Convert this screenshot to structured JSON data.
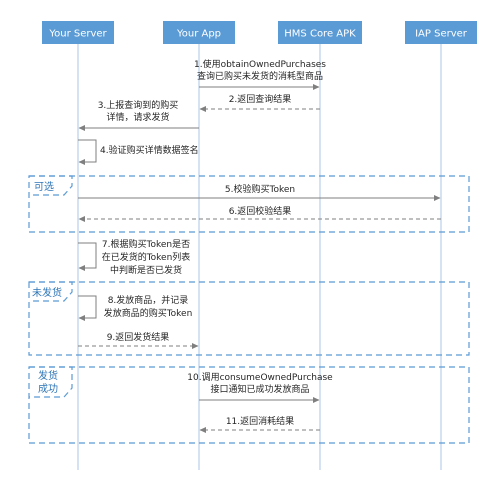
{
  "participants": [
    {
      "id": "server",
      "label": "Your Server"
    },
    {
      "id": "app",
      "label": "Your App"
    },
    {
      "id": "hms",
      "label": "HMS Core APK"
    },
    {
      "id": "iap",
      "label": "IAP Server"
    }
  ],
  "fragments": [
    {
      "label_lines": [
        "可选"
      ]
    },
    {
      "label_lines": [
        "未发货"
      ]
    },
    {
      "label_lines": [
        "发货",
        "成功"
      ]
    }
  ],
  "messages": [
    {
      "lines": [
        "1.使用obtainOwnedPurchases",
        "查询已购买未发货的消耗型商品"
      ],
      "from": "app",
      "to": "hms",
      "style": "solid"
    },
    {
      "lines": [
        "2.返回查询结果"
      ],
      "from": "hms",
      "to": "app",
      "style": "dashed"
    },
    {
      "lines": [
        "3.上报查询到的购买",
        "详情，请求发货"
      ],
      "from": "app",
      "to": "server",
      "style": "solid"
    },
    {
      "lines": [
        "4.验证购买详情数据签名"
      ],
      "from": "server",
      "to": "server",
      "style": "self"
    },
    {
      "lines": [
        "5.校验购买Token"
      ],
      "from": "server",
      "to": "iap",
      "style": "solid"
    },
    {
      "lines": [
        "6.返回校验结果"
      ],
      "from": "iap",
      "to": "server",
      "style": "dashed"
    },
    {
      "lines": [
        "7.根据购买Token是否",
        "在已发货的Token列表",
        "中判断是否已发货"
      ],
      "from": "server",
      "to": "server",
      "style": "self"
    },
    {
      "lines": [
        "8.发放商品，并记录",
        "发放商品的购买Token"
      ],
      "from": "server",
      "to": "server",
      "style": "self"
    },
    {
      "lines": [
        "9.返回发货结果"
      ],
      "from": "server",
      "to": "app",
      "style": "dashed"
    },
    {
      "lines": [
        "10.调用consumeOwnedPurchase",
        "接口通知已成功发放商品"
      ],
      "from": "app",
      "to": "hms",
      "style": "solid"
    },
    {
      "lines": [
        "11.返回消耗结果"
      ],
      "from": "hms",
      "to": "app",
      "style": "dashed"
    }
  ],
  "colors": {
    "header_fill": "#5b9bd5",
    "header_text": "#ffffff",
    "lifeline": "#a9c6e8",
    "arrow": "#7f7f7f",
    "frame": "#5b9bd5",
    "frame_label": "#2e75b6",
    "text": "#262626"
  }
}
